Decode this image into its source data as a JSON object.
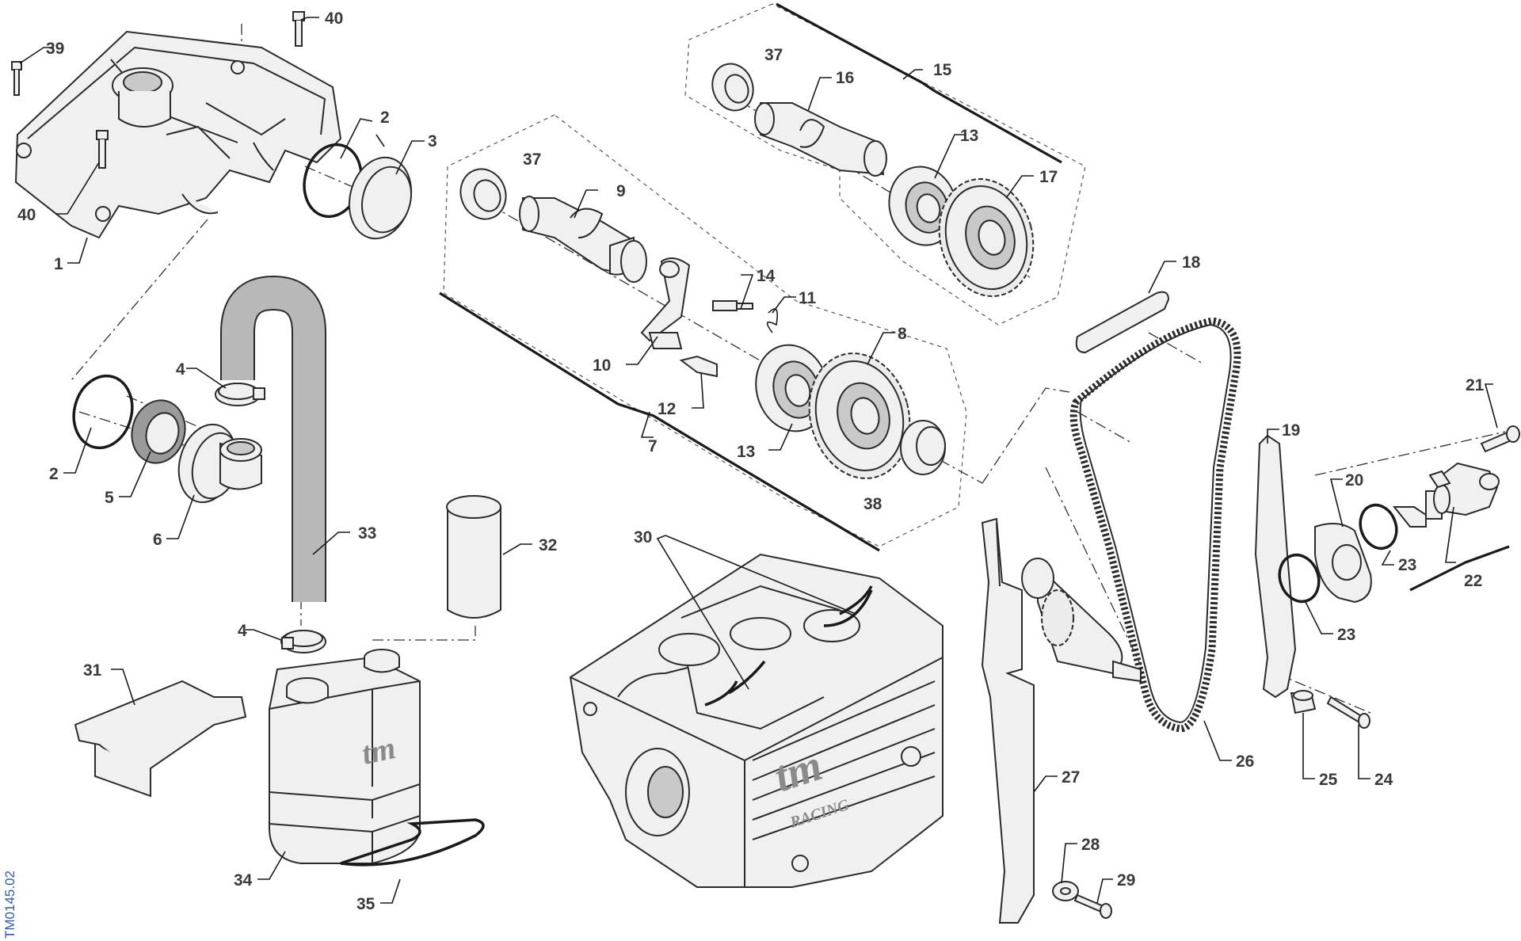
{
  "diagram": {
    "reference_code": "TM0145.02",
    "logo_text": "tm",
    "logo_subtext": "RACING",
    "callouts": {
      "c1": "1",
      "c2a": "2",
      "c2b": "2",
      "c3": "3",
      "c4a": "4",
      "c4b": "4",
      "c5": "5",
      "c6": "6",
      "c7": "7",
      "c8": "8",
      "c9": "9",
      "c10": "10",
      "c11": "11",
      "c12": "12",
      "c13a": "13",
      "c13b": "13",
      "c14": "14",
      "c15": "15",
      "c16": "16",
      "c17": "17",
      "c18": "18",
      "c19": "19",
      "c20": "20",
      "c21": "21",
      "c22": "22",
      "c23a": "23",
      "c23b": "23",
      "c24": "24",
      "c25": "25",
      "c26": "26",
      "c27": "27",
      "c28": "28",
      "c29": "29",
      "c30": "30",
      "c31": "31",
      "c32": "32",
      "c33": "33",
      "c34": "34",
      "c35": "35",
      "c37a": "37",
      "c37b": "37",
      "c38": "38",
      "c39": "39",
      "c40a": "40",
      "c40b": "40"
    }
  }
}
